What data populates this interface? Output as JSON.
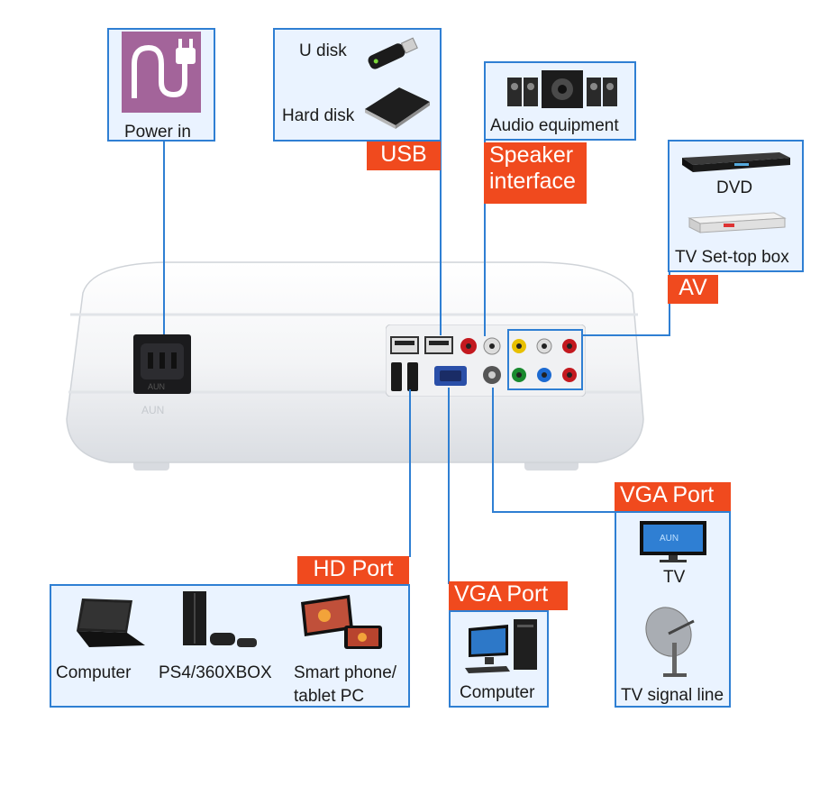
{
  "power": {
    "label": "Power in"
  },
  "usb": {
    "tag": "USB",
    "u_disk": "U disk",
    "hard_disk": "Hard disk"
  },
  "speaker": {
    "tag_line1": "Speaker",
    "tag_line2": "interface",
    "audio": "Audio equipment"
  },
  "av": {
    "tag": "AV",
    "dvd": "DVD",
    "stb": "TV Set-top box"
  },
  "vga_right": {
    "tag": "VGA Port",
    "tv": "TV",
    "signal": "TV signal line"
  },
  "vga_mid": {
    "tag": "VGA Port",
    "computer": "Computer"
  },
  "hd": {
    "tag": "HD Port",
    "computer": "Computer",
    "console": "PS4/360XBOX",
    "phone_line1": "Smart phone/",
    "phone_line2": "tablet PC"
  },
  "projector": {
    "brand": "AUN"
  },
  "colors": {
    "accent": "#2f7fd3",
    "tag_bg": "#f04a1e",
    "box_bg": "#eaf3ff"
  }
}
